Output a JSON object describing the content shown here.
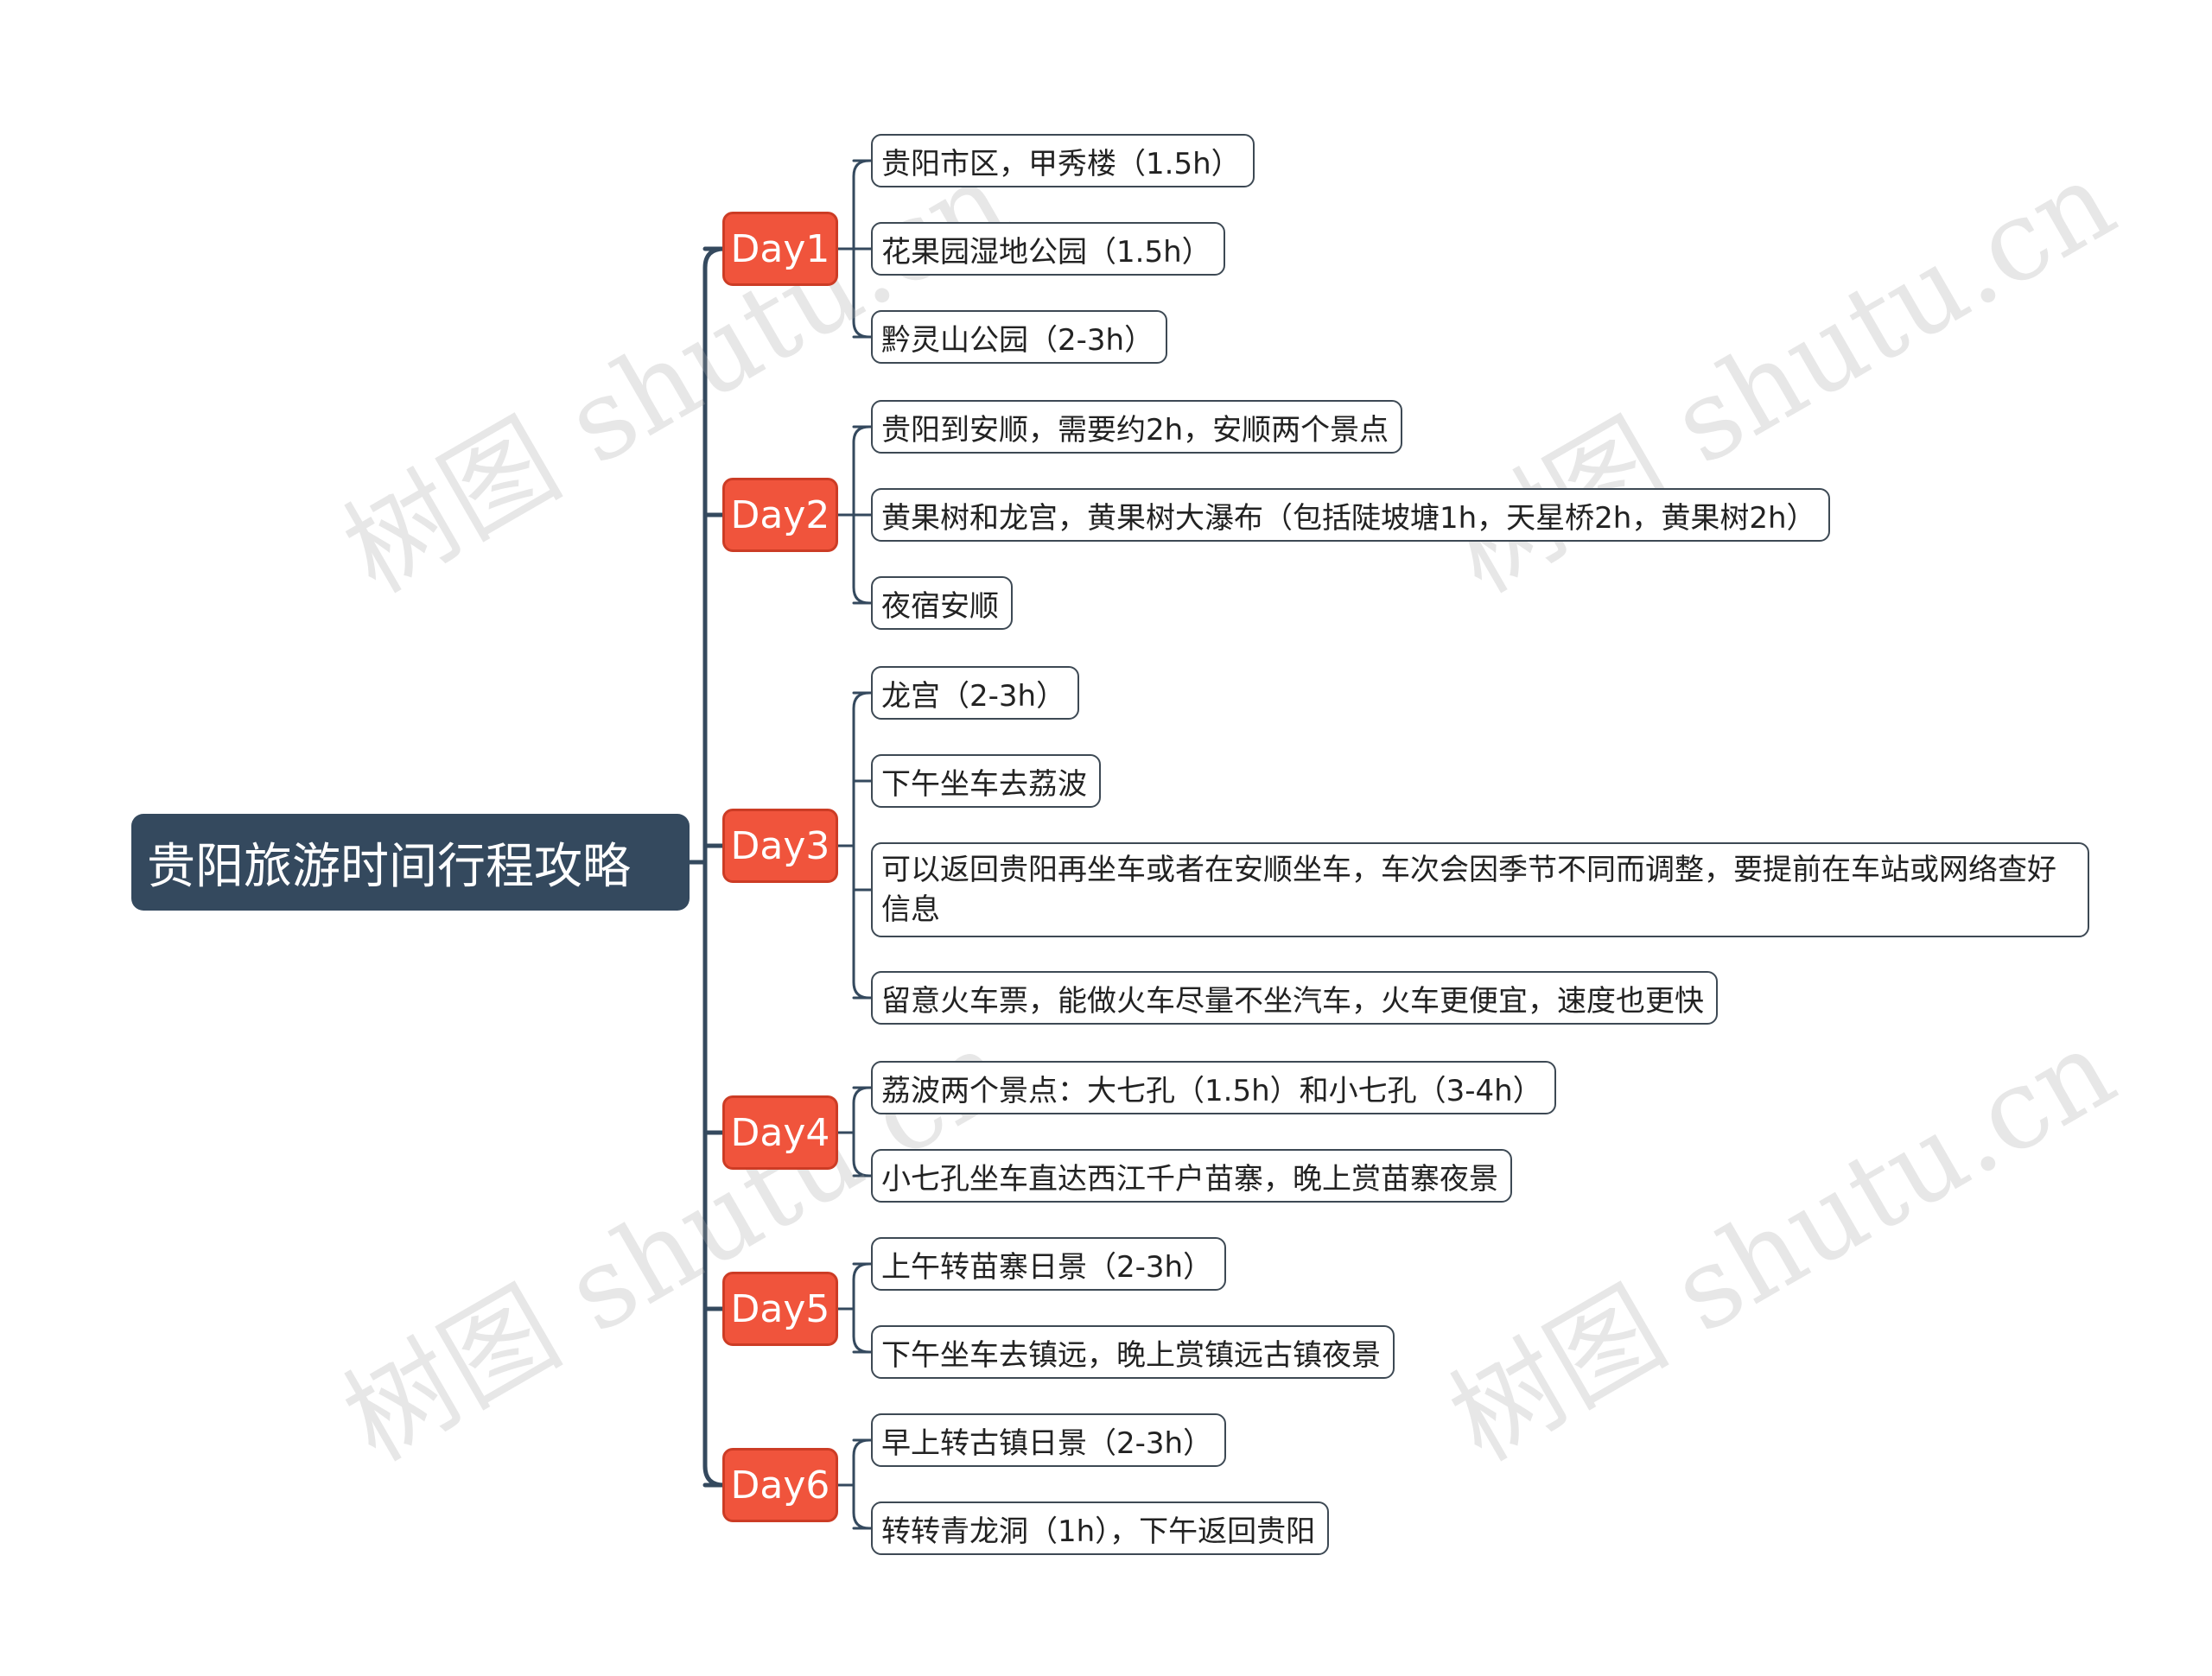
{
  "root": {
    "title": "贵阳旅游时间行程攻略"
  },
  "watermark": "树图 shutu.cn",
  "colors": {
    "root_bg": "#34495e",
    "day_bg": "#f0543c",
    "day_border": "#cc3c25",
    "line": "#34495e",
    "leaf_border": "#3d4954"
  },
  "days": [
    {
      "label": "Day1",
      "items": [
        "贵阳市区，甲秀楼（1.5h）",
        "花果园湿地公园（1.5h）",
        "黔灵山公园（2-3h）"
      ]
    },
    {
      "label": "Day2",
      "items": [
        "贵阳到安顺，需要约2h，安顺两个景点",
        "黄果树和龙宫，黄果树大瀑布（包括陡坡塘1h，天星桥2h，黄果树2h）",
        "夜宿安顺"
      ]
    },
    {
      "label": "Day3",
      "items": [
        "龙宫（2-3h）",
        "下午坐车去荔波",
        "可以返回贵阳再坐车或者在安顺坐车，车次会因季节不同而调整，要提前在车站或网络查好信息",
        "留意火车票，能做火车尽量不坐汽车，火车更便宜，速度也更快"
      ]
    },
    {
      "label": "Day4",
      "items": [
        "荔波两个景点：大七孔（1.5h）和小七孔（3-4h）",
        "小七孔坐车直达西江千户苗寨，晚上赏苗寨夜景"
      ]
    },
    {
      "label": "Day5",
      "items": [
        "上午转苗寨日景（2-3h）",
        "下午坐车去镇远，晚上赏镇远古镇夜景"
      ]
    },
    {
      "label": "Day6",
      "items": [
        "早上转古镇日景（2-3h）",
        "转转青龙洞（1h），下午返回贵阳"
      ]
    }
  ]
}
